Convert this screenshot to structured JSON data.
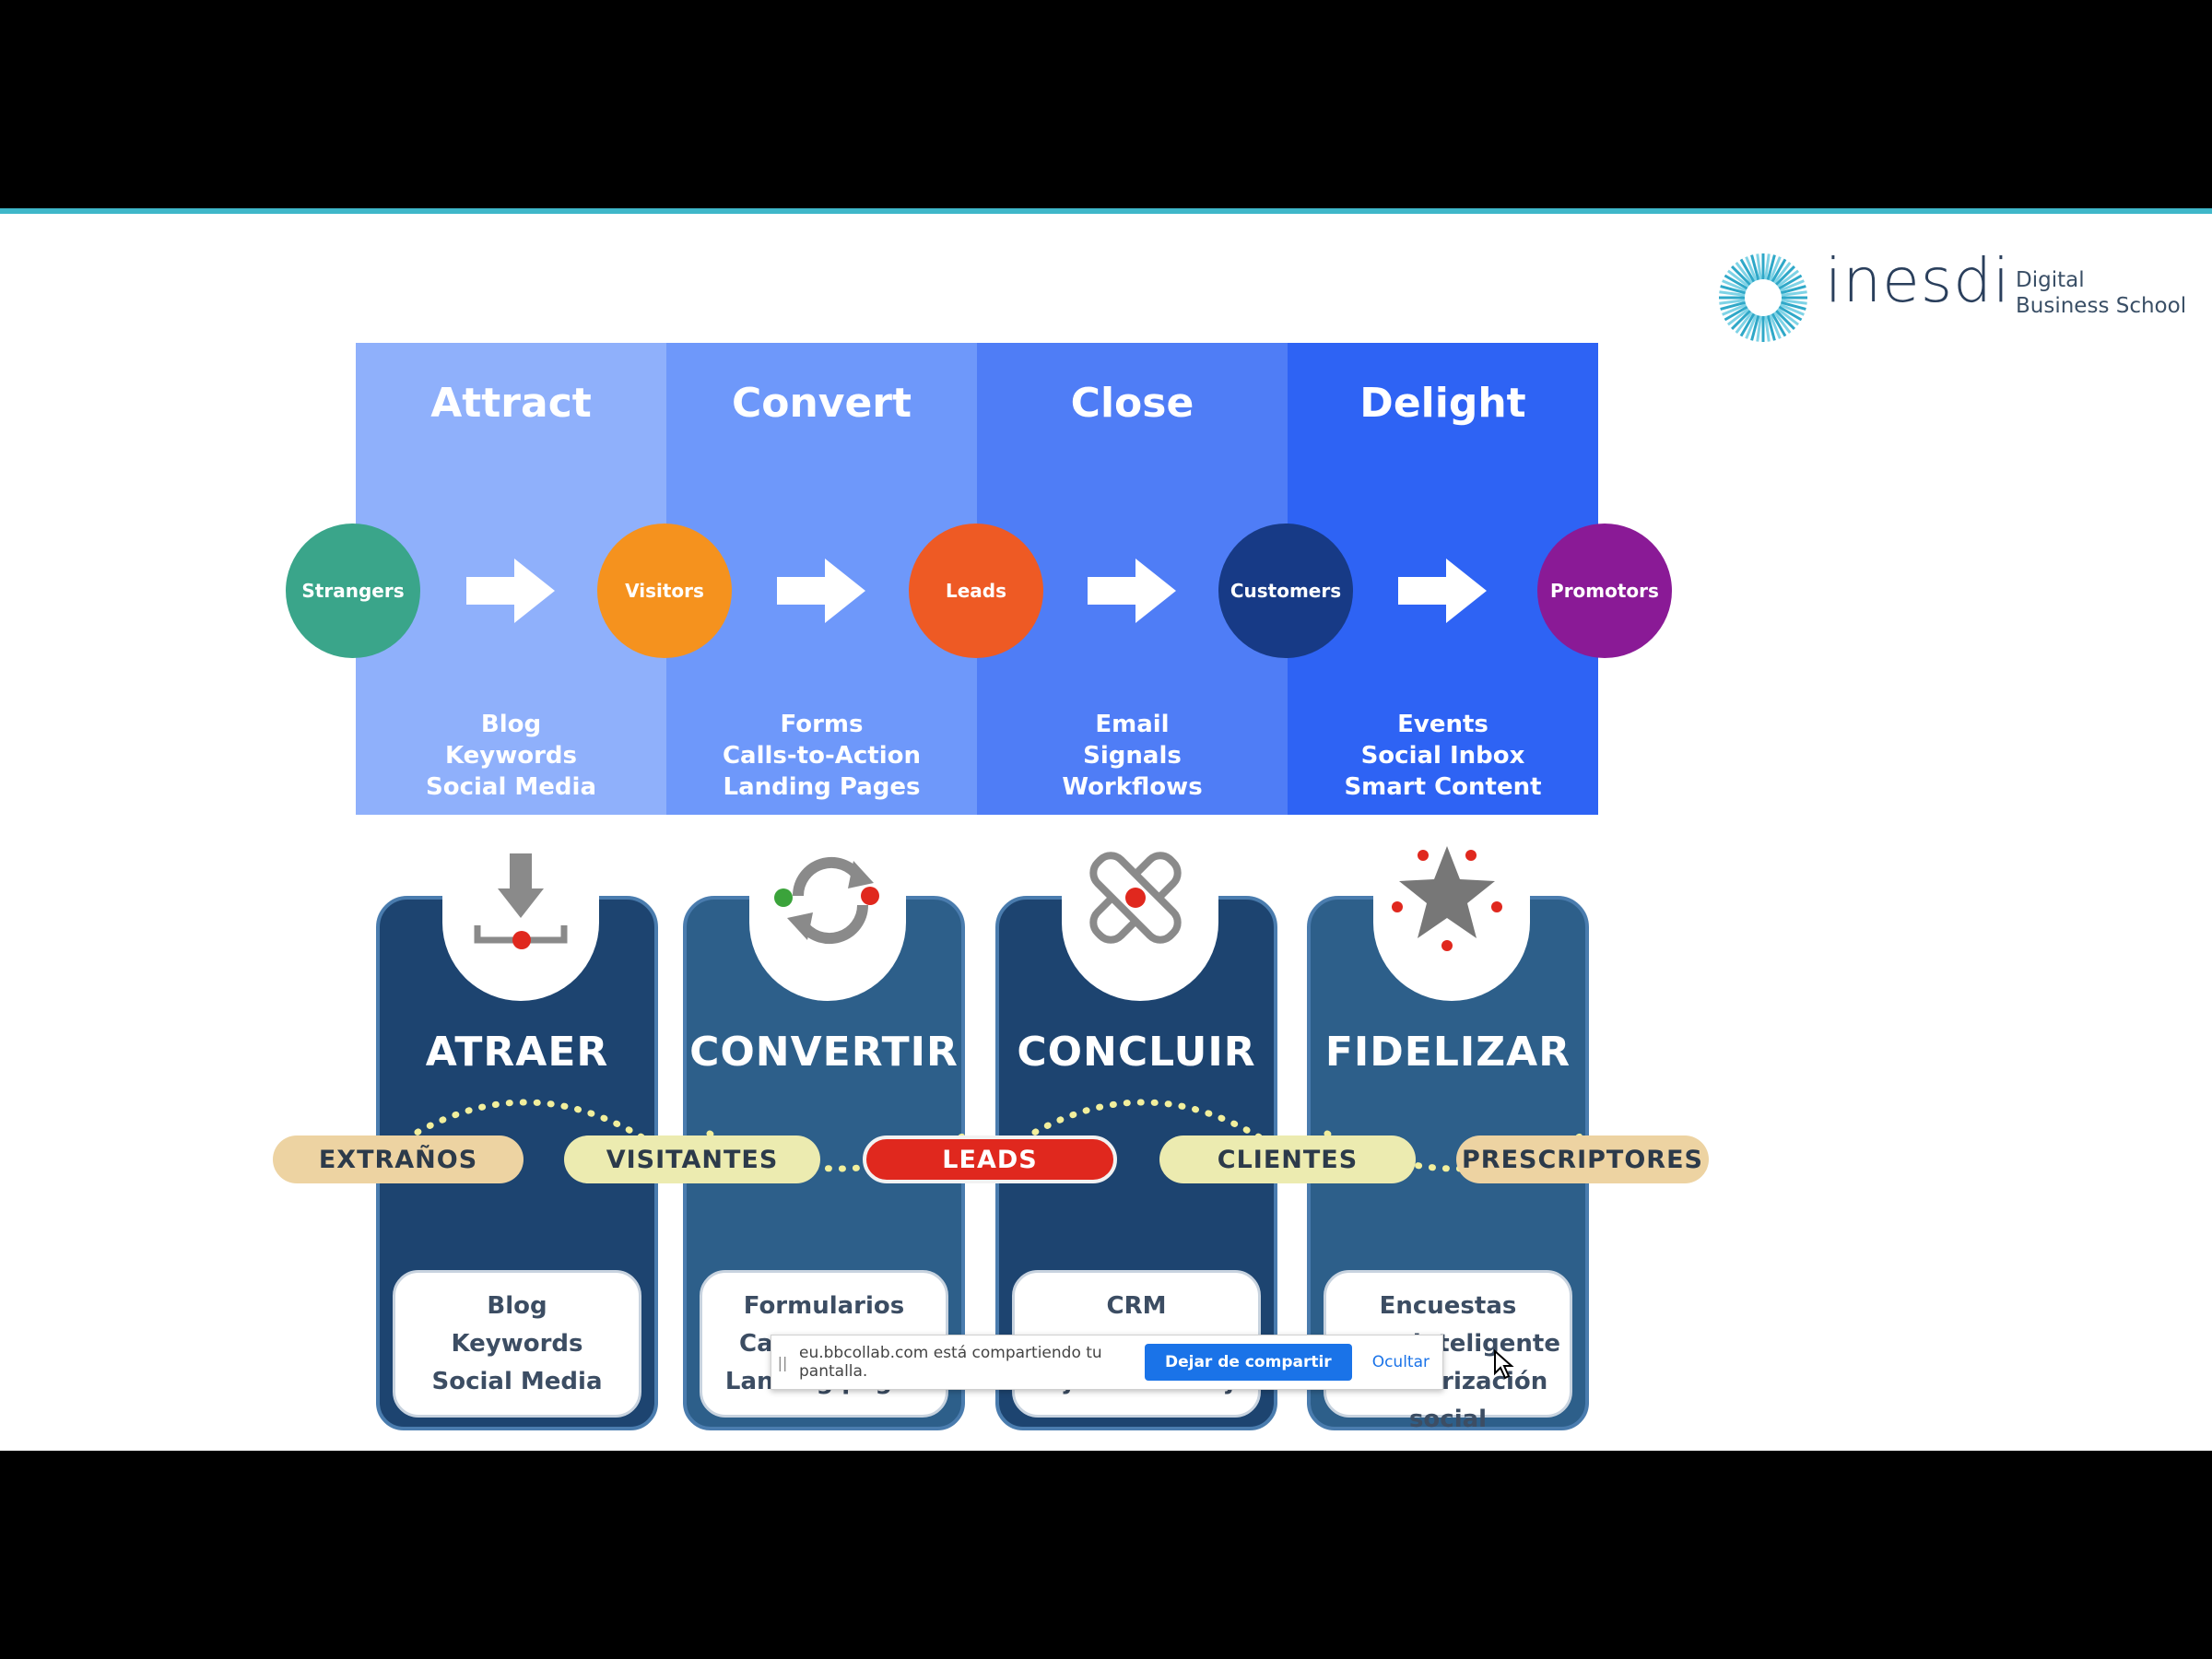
{
  "logo": {
    "brand": "inesdi",
    "subtitle_line1": "Digital",
    "subtitle_line2": "Business School"
  },
  "top_flow": {
    "phases": [
      {
        "title": "Attract",
        "tools": [
          "Blog",
          "Keywords",
          "Social Media"
        ],
        "color": "#8fb0fb"
      },
      {
        "title": "Convert",
        "tools": [
          "Forms",
          "Calls-to-Action",
          "Landing Pages"
        ],
        "color": "#6e98fa"
      },
      {
        "title": "Close",
        "tools": [
          "Email",
          "Signals",
          "Workflows"
        ],
        "color": "#4f7df6"
      },
      {
        "title": "Delight",
        "tools": [
          "Events",
          "Social Inbox",
          "Smart Content"
        ],
        "color": "#2e63f4"
      }
    ],
    "stages": [
      {
        "label": "Strangers",
        "color": "#3aa58a"
      },
      {
        "label": "Visitors",
        "color": "#f5921e"
      },
      {
        "label": "Leads",
        "color": "#ee5a24"
      },
      {
        "label": "Customers",
        "color": "#173a86"
      },
      {
        "label": "Promotors",
        "color": "#8a1a96"
      }
    ]
  },
  "bottom_flow": {
    "cards": [
      {
        "title": "ATRAER",
        "icon": "download-tray-icon",
        "lines": [
          "Blog",
          "Keywords",
          "Social Media"
        ]
      },
      {
        "title": "CONVERTIR",
        "icon": "refresh-cycle-icon",
        "lines": [
          "Formularios",
          "Ca",
          "Landing pages"
        ]
      },
      {
        "title": "CONCLUIR",
        "icon": "cross-bandage-icon",
        "lines": [
          "CRM",
          "",
          "Flujos de trabajo"
        ]
      },
      {
        "title": "FIDELIZAR",
        "icon": "star-icon",
        "lines": [
          "Encuestas",
          "inteligente",
          "Monitorización social"
        ]
      }
    ],
    "pills": [
      {
        "label": "EXTRAÑOS",
        "color": "#edd3a2"
      },
      {
        "label": "VISITANTES",
        "color": "#ecebb0"
      },
      {
        "label": "LEADS",
        "color": "#e0281e"
      },
      {
        "label": "CLIENTES",
        "color": "#ecebb0"
      },
      {
        "label": "PRESCRIPTORES",
        "color": "#edd3a2"
      }
    ]
  },
  "share_bar": {
    "message": "eu.bbcollab.com está compartiendo tu pantalla.",
    "stop_label": "Dejar de compartir",
    "hide_label": "Ocultar",
    "grip": "||"
  }
}
